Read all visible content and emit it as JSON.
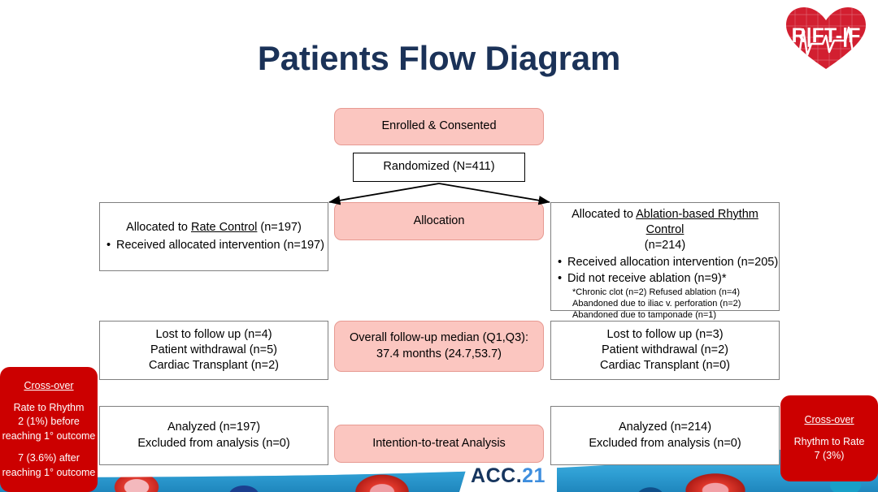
{
  "page": {
    "title": "Patients Flow Diagram",
    "brand_logo": "raft-af-heart-logo",
    "logo_text": "RAFT-AF",
    "footer_brand_primary": "ACC.",
    "footer_brand_year": "21",
    "colors": {
      "title_navy": "#1b3258",
      "pink_fill": "#fbc6c0",
      "pink_border": "#e79a92",
      "red_callout": "#cc0000",
      "box_border_gray": "#7f7f7f",
      "band_blue": "#2f9fd4",
      "acc_navy": "#16355e",
      "acc_blue": "#3e8ede"
    }
  },
  "flow": {
    "enrolled": "Enrolled & Consented",
    "randomized": "Randomized (N=411)",
    "stage_allocation": "Allocation",
    "stage_followup_line1": "Overall follow-up median (Q1,Q3):",
    "stage_followup_line2": "37.4 months (24.7,53.7)",
    "stage_analysis": "Intention-to-treat Analysis"
  },
  "left_arm": {
    "allocation": {
      "heading_prefix": "Allocated to ",
      "heading_underlined": "Rate Control",
      "heading_suffix": " (n=197)",
      "bullets": [
        "Received allocated intervention (n=197)"
      ]
    },
    "followup": [
      "Lost to follow up (n=4)",
      "Patient withdrawal (n=5)",
      "Cardiac Transplant (n=2)"
    ],
    "analysis": [
      "Analyzed (n=197)",
      "Excluded from analysis (n=0)"
    ]
  },
  "right_arm": {
    "allocation": {
      "heading_prefix": "Allocated to ",
      "heading_underlined": "Ablation-based Rhythm Control",
      "heading_suffix": "",
      "heading_line2": "(n=214)",
      "bullets": [
        "Received allocation intervention (n=205)",
        "Did not receive ablation (n=9)*"
      ],
      "footnotes": [
        "*Chronic clot (n=2) Refused ablation (n=4)",
        "Abandoned due to iliac v. perforation (n=2)",
        "Abandoned due to tamponade (n=1)"
      ]
    },
    "followup": [
      "Lost to follow up (n=3)",
      "Patient withdrawal (n=2)",
      "Cardiac Transplant (n=0)"
    ],
    "analysis": [
      "Analyzed (n=214)",
      "Excluded from analysis (n=0)"
    ]
  },
  "crossover_left": {
    "title": "Cross-over",
    "line1": "Rate to Rhythm",
    "line2": "2 (1%) before",
    "line3": "reaching 1° outcome",
    "line4": "7 (3.6%) after",
    "line5": "reaching 1° outcome"
  },
  "crossover_right": {
    "title": "Cross-over",
    "line1": "Rhythm to Rate",
    "line2": "7 (3%)"
  }
}
